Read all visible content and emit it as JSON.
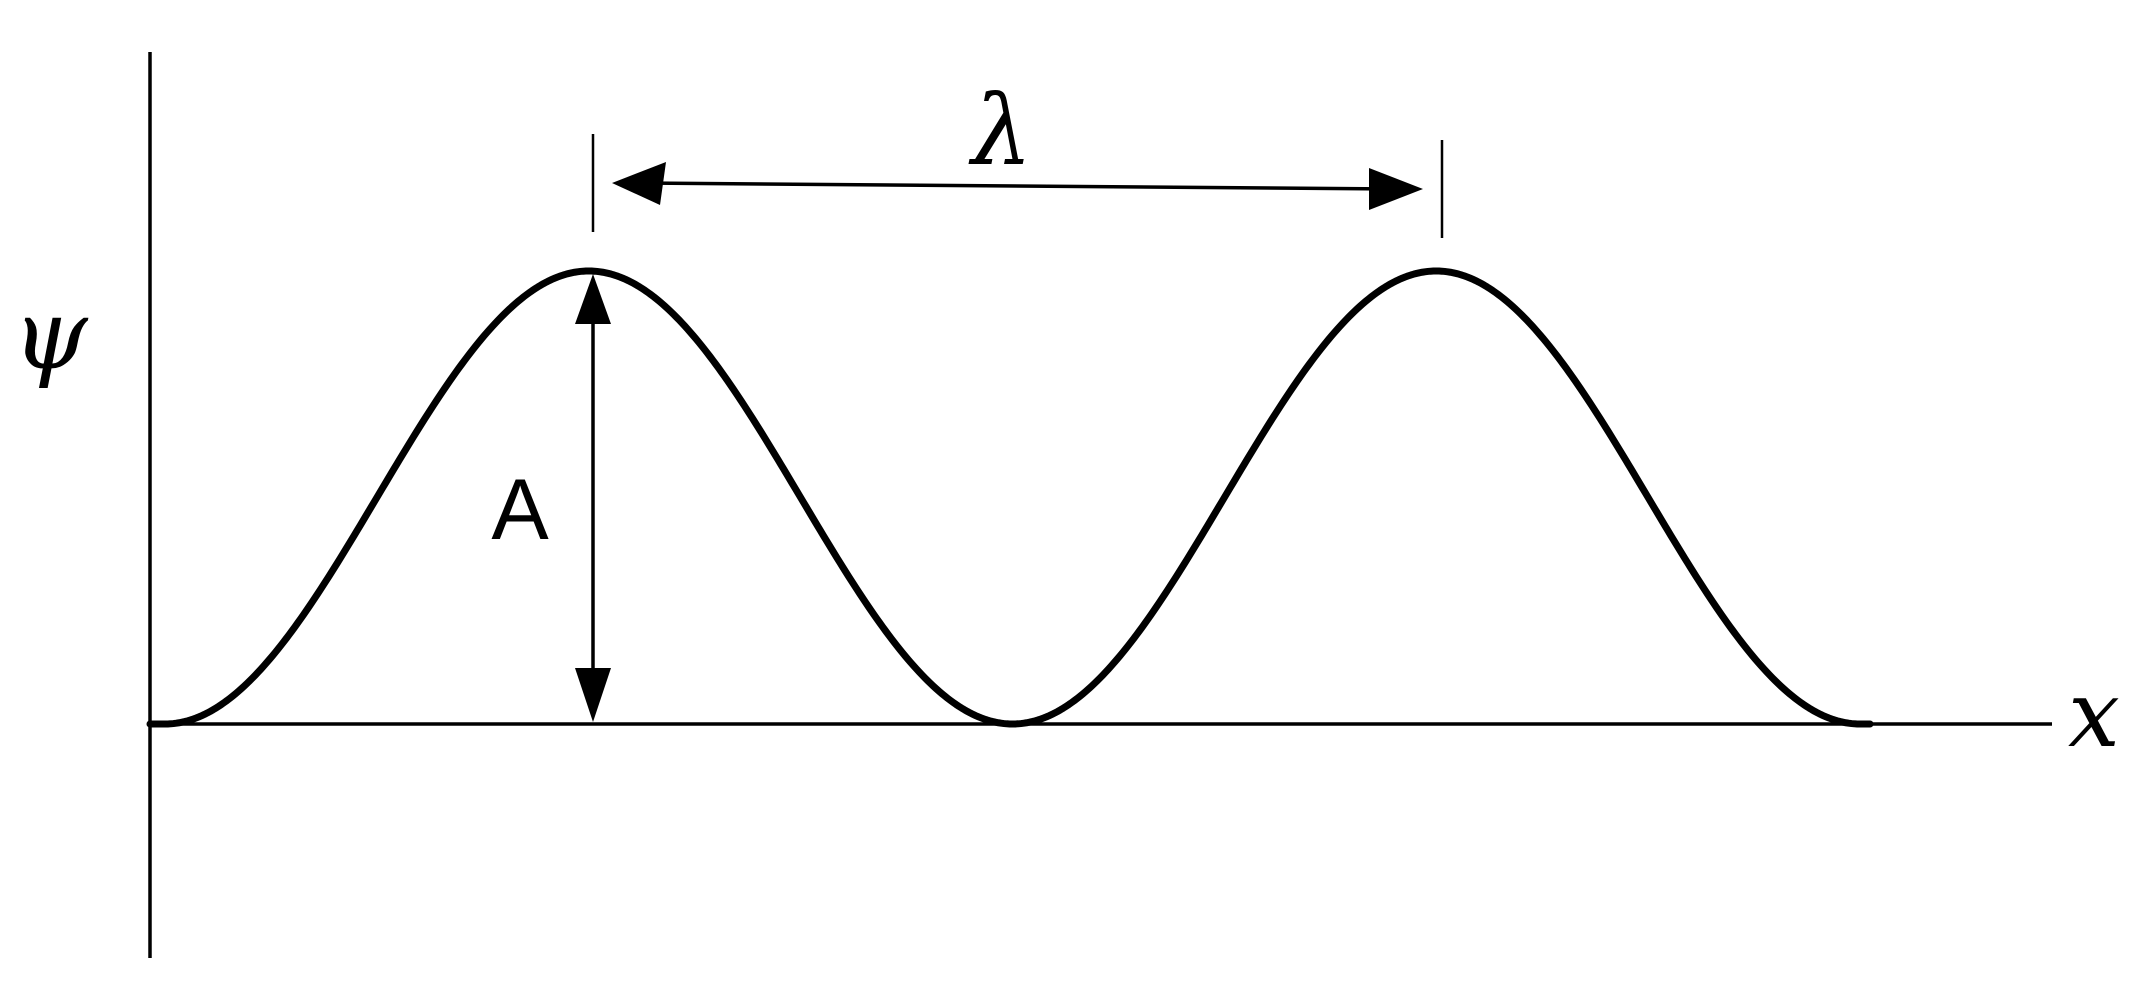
{
  "diagram": {
    "labels": {
      "y_axis": "ψ",
      "x_axis": "x",
      "amplitude": "A",
      "wavelength": "λ"
    },
    "wave": {
      "cycles_shown": 2,
      "crests": 2,
      "troughs_touch_x_axis": true
    },
    "colors": {
      "stroke": "#000000",
      "background": "#ffffff"
    }
  }
}
